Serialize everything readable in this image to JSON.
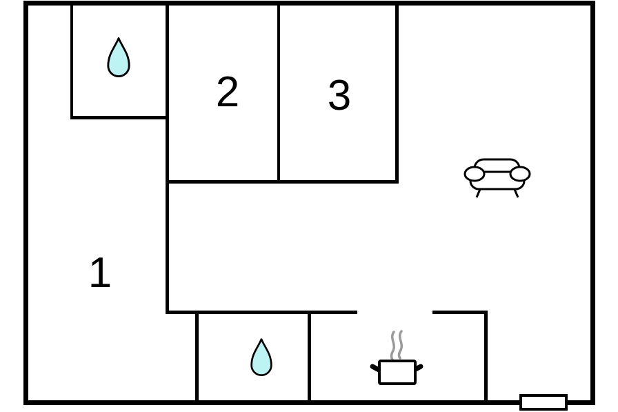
{
  "floorplan": {
    "title": "house-floor-plan",
    "rooms": [
      {
        "id": "room-1",
        "label": "1",
        "type": "bedroom"
      },
      {
        "id": "room-2",
        "label": "2",
        "type": "bedroom"
      },
      {
        "id": "room-3",
        "label": "3",
        "type": "bedroom"
      }
    ],
    "unlabeled_areas": [
      {
        "id": "bathroom-top-left",
        "icon": "water-drop-icon"
      },
      {
        "id": "bathroom-bottom",
        "icon": "water-drop-icon"
      },
      {
        "id": "kitchen",
        "icon": "cooking-pot-icon"
      },
      {
        "id": "living-room",
        "icon": "sofa-icon"
      },
      {
        "id": "entrance-bottom-right",
        "icon": "door-icon"
      }
    ],
    "colors": {
      "wall": "#000000",
      "background": "#ffffff",
      "water_drop_fill": "#bdf3f3",
      "steam_gray": "#9a9a9a"
    }
  }
}
